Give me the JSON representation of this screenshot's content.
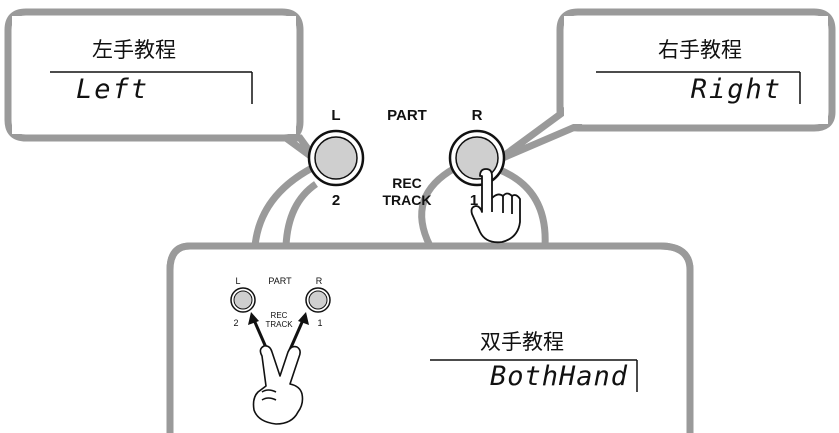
{
  "left_callout": {
    "title": "左手教程",
    "display": "Left"
  },
  "right_callout": {
    "title": "右手教程",
    "display": "Right"
  },
  "both_callout": {
    "title": "双手教程",
    "display": "BothHand"
  },
  "panel": {
    "part_label": "PART",
    "left_button_top": "L",
    "left_button_bottom": "2",
    "right_button_top": "R",
    "right_button_bottom": "1",
    "rec_label": "REC",
    "track_label": "TRACK"
  },
  "mini_panel": {
    "part_label": "PART",
    "left_button_top": "L",
    "left_button_bottom": "2",
    "right_button_top": "R",
    "right_button_bottom": "1",
    "rec_label": "REC",
    "track_label": "TRACK"
  },
  "colors": {
    "frame_gray": "#9a9a9a",
    "button_fill": "#cfcfcf",
    "ink": "#111111",
    "background": "#ffffff"
  }
}
